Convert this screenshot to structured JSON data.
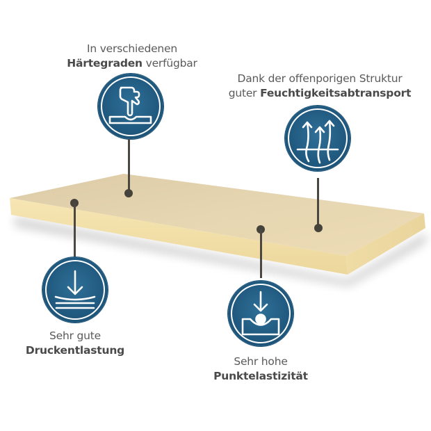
{
  "features": [
    {
      "id": "haertegrade",
      "icon": "finger-press-icon",
      "line1": "In verschiedenen",
      "line2_bold": "Härtegraden",
      "line2_rest": " verfügbar"
    },
    {
      "id": "feuchtigkeit",
      "icon": "moisture-arrows-icon",
      "line1": "Dank der offenporigen Struktur",
      "line2_prefix": "guter ",
      "line2_bold": "Feuchtigkeitsabtransport"
    },
    {
      "id": "druckentlastung",
      "icon": "pressure-relief-icon",
      "line1": "Sehr gute",
      "line2_bold": "Druckentlastung"
    },
    {
      "id": "punktelastizitaet",
      "icon": "point-elasticity-icon",
      "line1": "Sehr hohe",
      "line2_bold": "Punktelastizität"
    }
  ],
  "colors": {
    "badge_blue": "#215a80",
    "foam_top": "#e8d9b4",
    "foam_side": "#f3e2ad",
    "text": "#5a5a5a",
    "connector": "#45433b"
  }
}
